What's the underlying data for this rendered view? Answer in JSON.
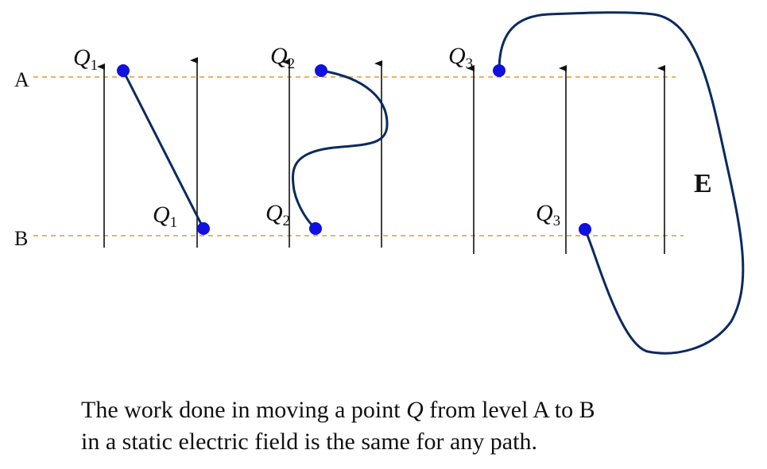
{
  "levels": {
    "a": "A",
    "b": "B"
  },
  "field_label": "E",
  "charges": {
    "q1": {
      "letter": "Q",
      "sub": "1"
    },
    "q2": {
      "letter": "Q",
      "sub": "2"
    },
    "q3": {
      "letter": "Q",
      "sub": "3"
    }
  },
  "caption": {
    "line1_pre": "The work done in moving a point ",
    "line1_var": "Q",
    "line1_post": " from level A to B",
    "line2": "in a static electric field is the same for any path."
  },
  "colors": {
    "path": "#0b2a5e",
    "charge": "#1010e0",
    "level_line": "#e8b36a",
    "field_line": "#111111"
  }
}
